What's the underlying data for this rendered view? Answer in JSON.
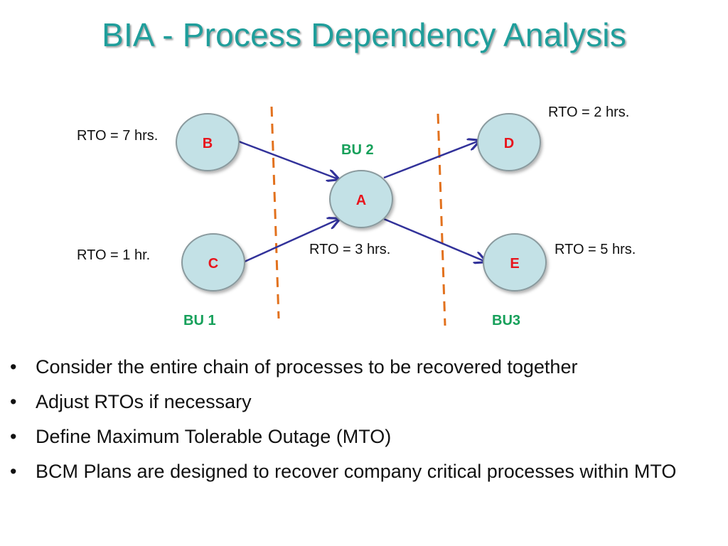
{
  "title": "BIA - Process Dependency Analysis",
  "nodes": [
    {
      "id": "A",
      "label": "A"
    },
    {
      "id": "B",
      "label": "B"
    },
    {
      "id": "C",
      "label": "C"
    },
    {
      "id": "D",
      "label": "D"
    },
    {
      "id": "E",
      "label": "E"
    }
  ],
  "edges": [
    {
      "from": "B",
      "to": "A"
    },
    {
      "from": "C",
      "to": "A"
    },
    {
      "from": "A",
      "to": "D"
    },
    {
      "from": "A",
      "to": "E"
    }
  ],
  "rto_labels": {
    "A": "RTO = 3 hrs.",
    "B": "RTO = 7 hrs.",
    "C": "RTO = 1 hr.",
    "D": "RTO = 2 hrs.",
    "E": "RTO = 5 hrs."
  },
  "business_units": {
    "bu1": "BU 1",
    "bu2": "BU 2",
    "bu3": "BU3"
  },
  "colors": {
    "title": "#1f9e9b",
    "node_fill": "#c3e1e6",
    "node_stroke": "#8a9a9e",
    "node_label": "#e8141c",
    "edge": "#32329a",
    "boundary": "#e2711d",
    "bu_label": "#16a05a"
  },
  "bullets": [
    "Consider the entire chain of processes to be recovered together",
    "Adjust RTOs if necessary",
    "Define Maximum Tolerable Outage (MTO)",
    "BCM Plans are designed to recover company critical processes within MTO"
  ],
  "bullet_symbol": "•"
}
